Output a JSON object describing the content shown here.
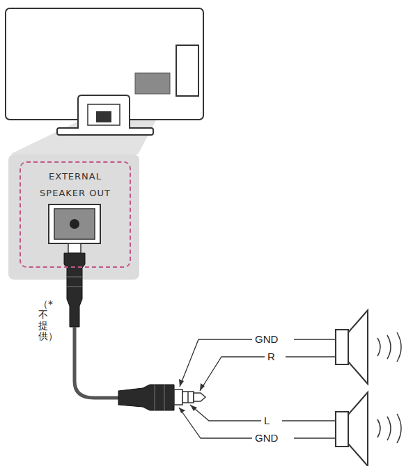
{
  "diagram": {
    "nodes": [
      {
        "text": [
          "EXTERNAL SPEAKER OUT"
        ]
      }
    ],
    "labels": [
      "（*不提供）",
      "GND",
      "R",
      "L",
      "GND"
    ]
  }
}
